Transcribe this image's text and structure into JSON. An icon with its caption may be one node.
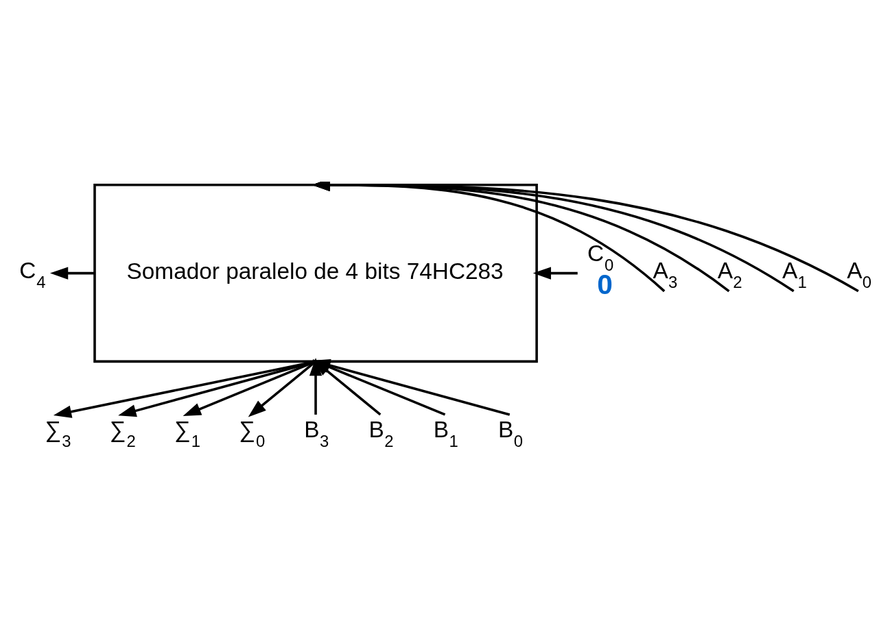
{
  "diagram": {
    "nodes": [
      {
        "text": [
          "Somador paralelo de 4 bits 74HC283"
        ]
      },
      {
        "text": [
          "A$_{3}$"
        ]
      },
      {
        "text": [
          "A$_{2}$"
        ]
      },
      {
        "text": [
          "A$_{1}$"
        ]
      },
      {
        "text": [
          "A$_{0}$"
        ]
      },
      {
        "text": [
          "C$_{4}$"
        ]
      },
      {
        "text": [
          "C$_{0}$"
        ],
        "beside": [
          "0"
        ]
      },
      {
        "text": [
          "∑$_{3}$"
        ]
      },
      {
        "text": [
          "∑$_{2}$"
        ]
      },
      {
        "text": [
          "∑$_{1}$"
        ]
      },
      {
        "text": [
          "∑$_{0}$"
        ]
      },
      {
        "text": [
          "B$_{3}$"
        ]
      },
      {
        "text": [
          "B$_{2}$"
        ]
      },
      {
        "text": [
          "B$_{1}$"
        ]
      },
      {
        "text": [
          "B$_{0}$"
        ]
      }
    ],
    "edges": [
      {
        "from": 1,
        "to": 0,
        "arrow": "to"
      },
      {
        "from": 2,
        "to": 0,
        "arrow": "to"
      },
      {
        "from": 3,
        "to": 0,
        "arrow": "to"
      },
      {
        "from": 4,
        "to": 0,
        "arrow": "to"
      },
      {
        "from": 0,
        "to": 5,
        "arrow": "to"
      },
      {
        "from": 6,
        "to": 0,
        "arrow": "to"
      },
      {
        "from": 0,
        "to": 7,
        "arrow": "to"
      },
      {
        "from": 0,
        "to": 8,
        "arrow": "to"
      },
      {
        "from": 0,
        "to": 9,
        "arrow": "to"
      },
      {
        "from": 0,
        "to": 10,
        "arrow": "to"
      },
      {
        "from": 11,
        "to": 0,
        "arrow": "to"
      },
      {
        "from": 12,
        "to": 0,
        "arrow": "to"
      },
      {
        "from": 13,
        "to": 0,
        "arrow": "to"
      },
      {
        "from": 14,
        "to": 0,
        "arrow": "to"
      }
    ]
  }
}
